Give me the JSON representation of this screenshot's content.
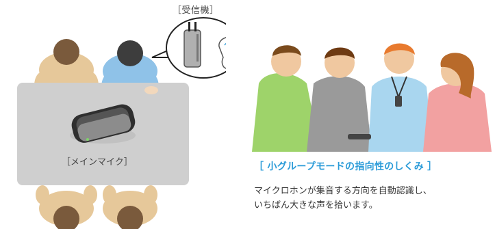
{
  "labels": {
    "receiver": "［受信機］",
    "main_mic": "［メインマイク］"
  },
  "mode": {
    "title": "［ 小グループモードの指向性のしくみ ］",
    "description_line1": "マイクロホンが集音する方向を自動認識し、",
    "description_line2": "いちばん大きな声を拾います。"
  },
  "colors": {
    "accent": "#2a9bd8",
    "table_gray": "#cfcfcf"
  }
}
